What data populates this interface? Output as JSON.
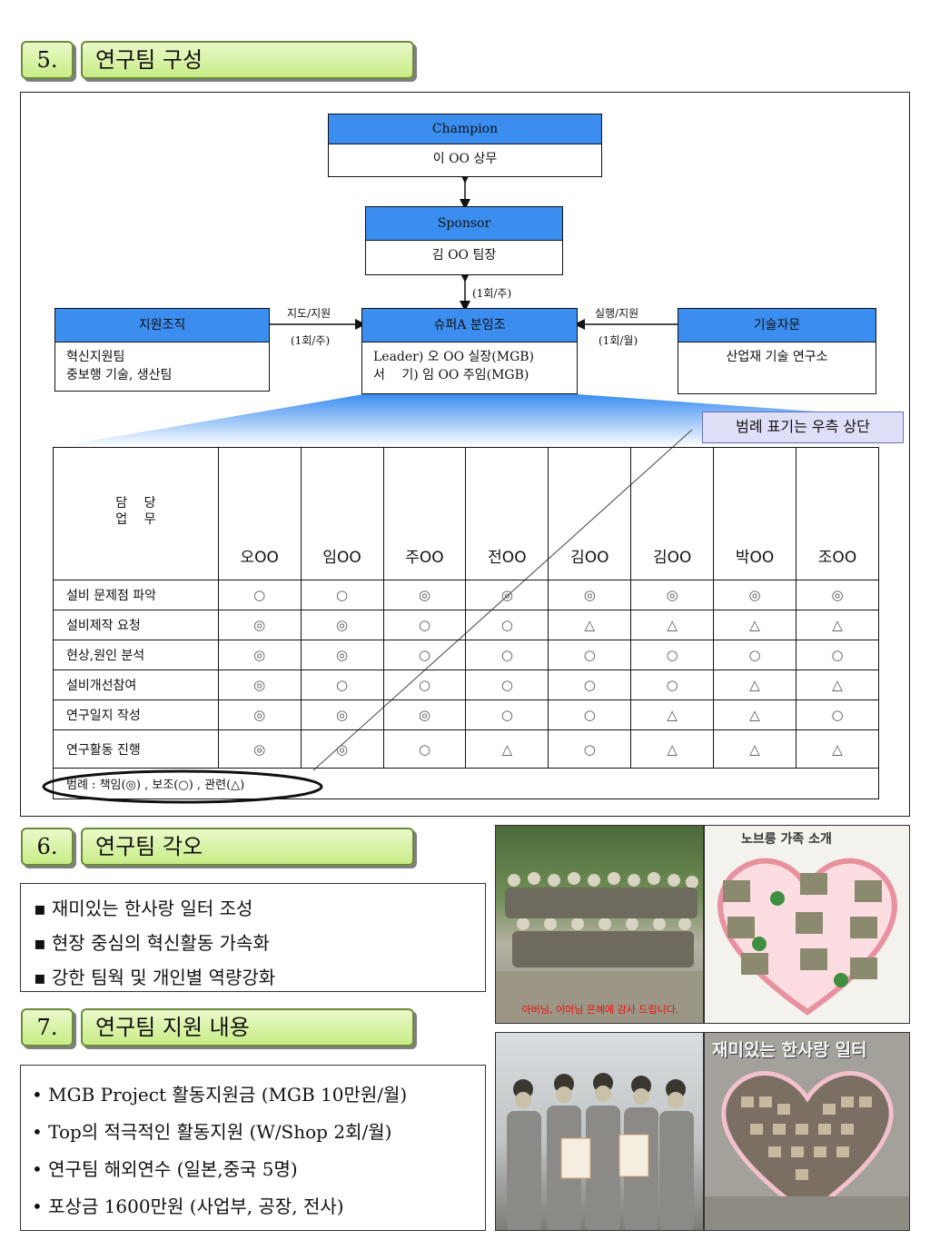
{
  "sec5": {
    "num": "5.",
    "title": "연구팀 구성"
  },
  "org": {
    "champion": {
      "head": "Champion",
      "body": "이 OO 상무"
    },
    "sponsor": {
      "head": "Sponsor",
      "body": "김 OO 팀장"
    },
    "center": {
      "head": "슈퍼A 분임조",
      "line1": "Leader) 오 OO 실장(MGB)",
      "line2": "서　 기) 임 OO 주임(MGB)"
    },
    "support": {
      "head": "지원조직",
      "line1": "혁신지원팀",
      "line2": "중보행 기술, 생산팀"
    },
    "advice": {
      "head": "기술자문",
      "body": "산업재 기술 연구소"
    },
    "freq_sponsor": "(1회/주)",
    "left_label": "지도/지원",
    "left_freq": "(1회/주)",
    "right_label": "실행/지원",
    "right_freq": "(1회/월)"
  },
  "legend_tag": "범례 표기는 우측 상단",
  "table": {
    "header_line1": "담　 당",
    "header_line2": "업　 무",
    "names": [
      "오OO",
      "임OO",
      "주OO",
      "전OO",
      "김OO",
      "김OO",
      "박OO",
      "조OO"
    ],
    "rows": [
      {
        "task": "설비 문제점 파악",
        "marks": [
          "○",
          "○",
          "◎",
          "◎",
          "◎",
          "◎",
          "◎",
          "◎"
        ]
      },
      {
        "task": "설비제작 요청",
        "marks": [
          "◎",
          "◎",
          "○",
          "○",
          "△",
          "△",
          "△",
          "△"
        ]
      },
      {
        "task": "현상,원인 분석",
        "marks": [
          "◎",
          "◎",
          "○",
          "○",
          "○",
          "○",
          "○",
          "○"
        ]
      },
      {
        "task": "설비개선참여",
        "marks": [
          "◎",
          "○",
          "○",
          "○",
          "○",
          "○",
          "△",
          "△"
        ]
      },
      {
        "task": "연구일지 작성",
        "marks": [
          "◎",
          "◎",
          "◎",
          "○",
          "○",
          "△",
          "△",
          "○"
        ]
      },
      {
        "task": "연구활동 진행",
        "marks": [
          "◎",
          "◎",
          "○",
          "△",
          "○",
          "△",
          "△",
          "△"
        ]
      }
    ],
    "legend": "범례 : 책임(◎) , 보조(○) , 관련(△)"
  },
  "sec6": {
    "num": "6.",
    "title": "연구팀 각오",
    "bullets": [
      "▪ 재미있는 한사랑 일터 조성",
      "▪ 현장 중심의 혁신활동 가속화",
      "▪ 강한 팀웍 및 개인별 역량강화"
    ]
  },
  "sec7": {
    "num": "7.",
    "title": "연구팀 지원 내용",
    "bullets": [
      "• MGB Project 활동지원금 (MGB 10만원/월)",
      "• Top의 적극적인 활동지원 (W/Shop 2회/월)",
      "• 연구팀 해외연수 (일본,중국 5명)",
      "• 포상금 1600만원 (사업부, 공장, 전사)"
    ]
  },
  "photos": {
    "p1_caption": "아버님, 어머님 은혜에 감사 드립니다.",
    "p2_title": "노브릉 가족 소개",
    "p4_title": "재미있는 한사랑 일터"
  }
}
